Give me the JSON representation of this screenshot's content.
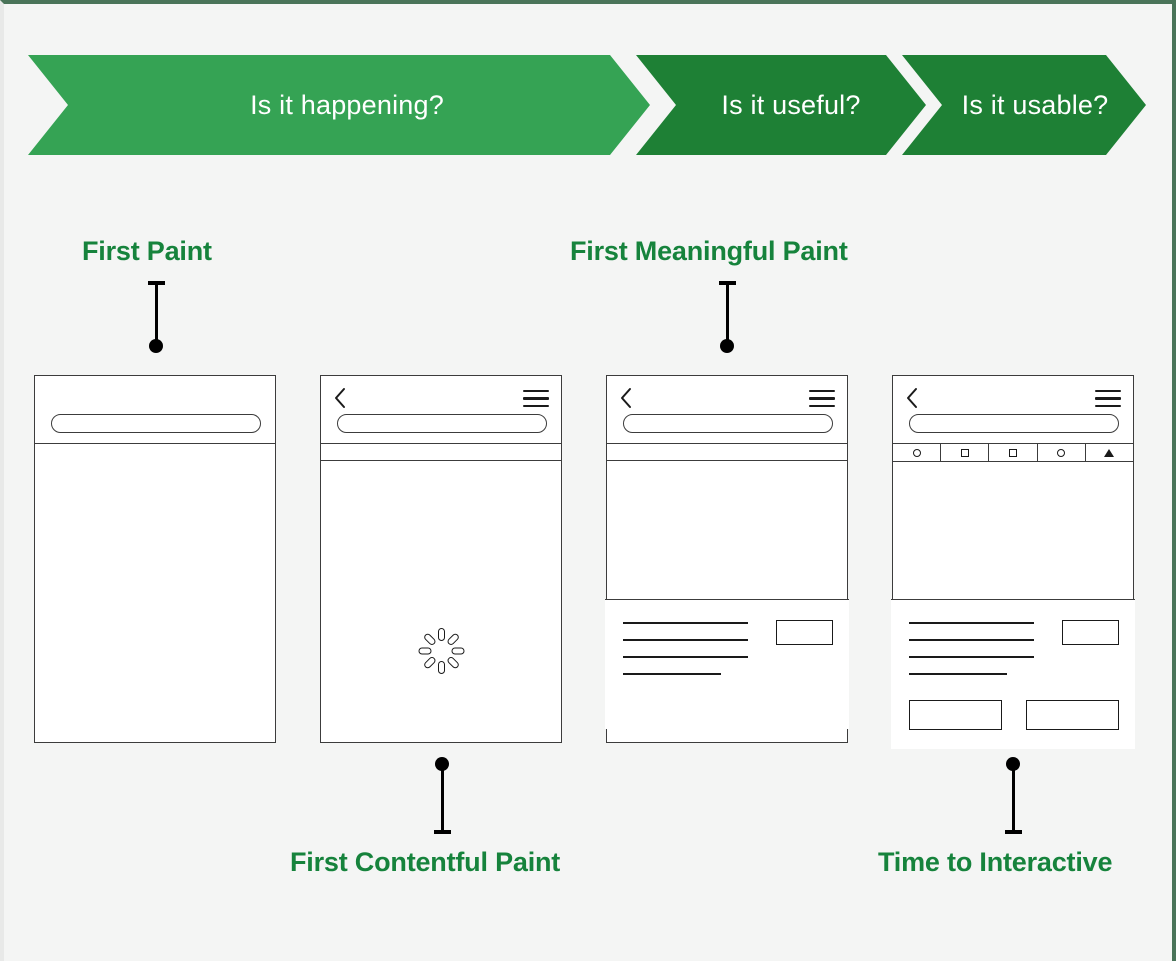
{
  "page": {
    "background_color": "#f4f5f4",
    "border_color": "#4a7459",
    "accent_green_light": "#35a354",
    "accent_green_dark": "#1e8035",
    "label_green": "#16833c"
  },
  "phases": [
    {
      "id": "is-it-happening",
      "label": "Is it happening?",
      "color": "#35a354"
    },
    {
      "id": "is-it-useful",
      "label": "Is it useful?",
      "color": "#1e8035"
    },
    {
      "id": "is-it-usable",
      "label": "Is it usable?",
      "color": "#1e8035"
    }
  ],
  "metrics": [
    {
      "id": "first-paint",
      "label": "First Paint",
      "position": "above",
      "frame": 1
    },
    {
      "id": "first-contentful-paint",
      "label": "First Contentful Paint",
      "position": "below",
      "frame": 2
    },
    {
      "id": "first-meaningful-paint",
      "label": "First Meaningful Paint",
      "position": "above",
      "frame": 3
    },
    {
      "id": "time-to-interactive",
      "label": "Time to Interactive",
      "position": "below",
      "frame": 4
    }
  ],
  "frames": [
    {
      "id": "frame-first-paint",
      "has_back": false,
      "has_menu": false,
      "has_url_pill": true,
      "has_strip": false,
      "has_toolbar": false,
      "has_spinner": false,
      "has_content": false,
      "has_cta": false
    },
    {
      "id": "frame-first-contentful-paint",
      "has_back": true,
      "has_menu": true,
      "has_url_pill": true,
      "has_strip": true,
      "has_toolbar": false,
      "has_spinner": true,
      "has_content": false,
      "has_cta": false
    },
    {
      "id": "frame-first-meaningful-paint",
      "has_back": true,
      "has_menu": true,
      "has_url_pill": true,
      "has_strip": true,
      "has_toolbar": false,
      "has_spinner": false,
      "has_content": true,
      "has_cta": false
    },
    {
      "id": "frame-time-to-interactive",
      "has_back": true,
      "has_menu": true,
      "has_url_pill": true,
      "has_strip": false,
      "has_toolbar": true,
      "has_spinner": false,
      "has_content": true,
      "has_cta": true
    }
  ],
  "toolbar_icons": [
    "circle-icon",
    "square-icon",
    "square-icon",
    "circle-icon",
    "triangle-icon"
  ],
  "icons": {
    "back": "back-chevron-icon",
    "menu": "hamburger-menu-icon",
    "url": "url-bar-pill",
    "spinner": "loading-spinner-icon"
  }
}
